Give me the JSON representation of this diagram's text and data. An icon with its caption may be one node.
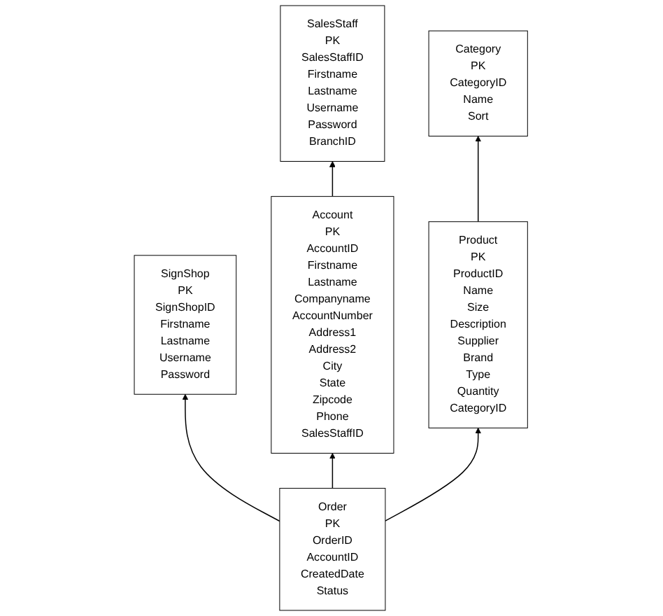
{
  "diagram": {
    "nodes": [
      {
        "text": [
          "SignShop",
          "PK",
          "SignShopID",
          "Firstname",
          "Lastname",
          "Username",
          "Password"
        ]
      },
      {
        "text": [
          "Account",
          "PK",
          "AccountID",
          "Firstname",
          "Lastname",
          "Companyname",
          "AccountNumber",
          "Address1",
          "Address2",
          "City",
          "State",
          "Zipcode",
          "Phone",
          "SalesStaffID"
        ]
      },
      {
        "text": [
          "SalesStaff",
          "PK",
          "SalesStaffID",
          "Firstname",
          "Lastname",
          "Username",
          "Password",
          "BranchID"
        ]
      },
      {
        "text": [
          "Product",
          "PK",
          "ProductID",
          "Name",
          "Size",
          "Description",
          "Supplier",
          "Brand",
          "Type",
          "Quantity",
          "CategoryID"
        ]
      },
      {
        "text": [
          "Category",
          "PK",
          "CategoryID",
          "Name",
          "Sort"
        ]
      },
      {
        "text": [
          "Order",
          "PK",
          "OrderID",
          "AccountID",
          "CreatedDate",
          "Status"
        ]
      }
    ],
    "edges": [
      {
        "from": 1,
        "to": 2,
        "arrow": "to"
      },
      {
        "from": 5,
        "to": 0,
        "arrow": "to"
      },
      {
        "from": 5,
        "to": 1,
        "arrow": "to"
      },
      {
        "from": 5,
        "to": 3,
        "arrow": "to"
      },
      {
        "from": 3,
        "to": 4,
        "arrow": "to"
      }
    ]
  }
}
